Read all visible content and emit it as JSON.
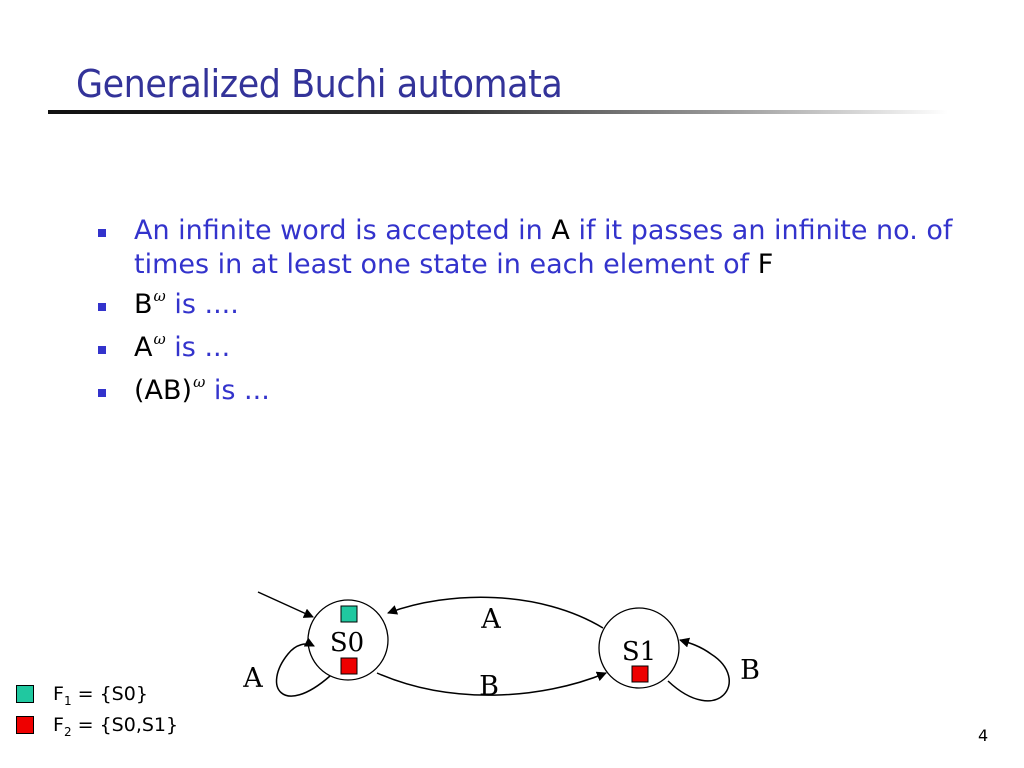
{
  "title": "Generalized Buchi automata",
  "bullets": [
    {
      "id": "b1",
      "p1": "An infinite word is accepted in ",
      "p2": "A",
      "p3": " if it passes an infinite no. of times in at least one state in each element of  ",
      "p4": "F"
    },
    {
      "id": "b2",
      "p1": "B",
      "omega": "ω",
      "p2": " is ...."
    },
    {
      "id": "b3",
      "p1": "A",
      "omega": "ω",
      "p2": " is ..."
    },
    {
      "id": "b4",
      "p1": "(AB)",
      "omega": "ω",
      "p2": " is ..."
    }
  ],
  "automaton": {
    "states": [
      {
        "id": "s0",
        "label": "S0",
        "markers": [
          "green",
          "red"
        ]
      },
      {
        "id": "s1",
        "label": "S1",
        "markers": [
          "red"
        ]
      }
    ],
    "edges": [
      {
        "from": "S0",
        "to": "S0",
        "label": "A"
      },
      {
        "from": "S0",
        "to": "S1",
        "label": "B"
      },
      {
        "from": "S1",
        "to": "S0",
        "label": "A"
      },
      {
        "from": "S1",
        "to": "S1",
        "label": "B"
      }
    ],
    "initial_state": "S0"
  },
  "legend": [
    {
      "color_name": "green",
      "color": "#20c8a0",
      "set": "F",
      "sub": "1",
      "eq": " = {S0}"
    },
    {
      "color_name": "red",
      "color": "#ee0000",
      "set": "F",
      "sub": "2",
      "eq": " = {S0,S1}"
    }
  ],
  "colors": {
    "title": "#333399",
    "bullet_text": "#3333cc",
    "marker_green": "#20c8a0",
    "marker_red": "#ee0000"
  },
  "slide_number": "4"
}
